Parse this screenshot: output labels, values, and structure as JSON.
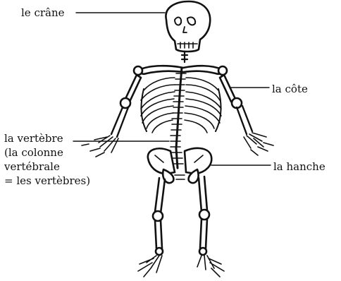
{
  "labels": {
    "skull": "le crâne",
    "rib": "la côte",
    "vertebra": "la vertèbre",
    "spine_line1": "(la colonne",
    "spine_line2": "vertébrale",
    "spine_line3": "= les vertèbres)",
    "hip": "la hanche"
  }
}
